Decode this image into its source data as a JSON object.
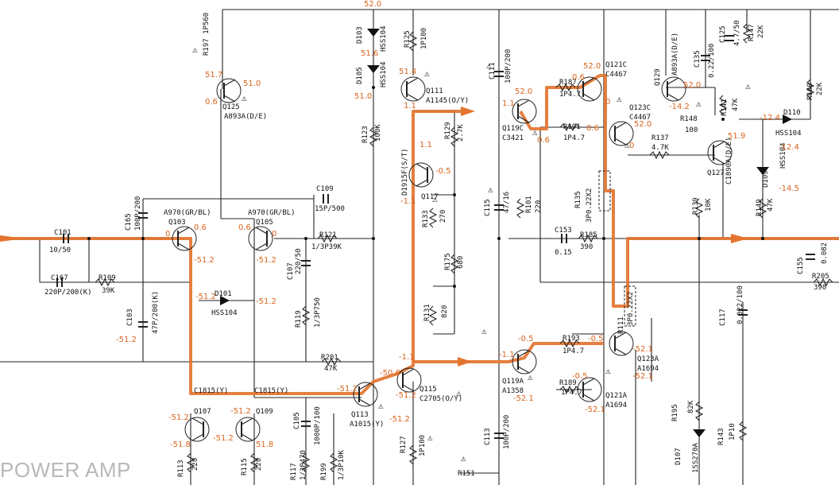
{
  "title": "POWER AMP",
  "colors": {
    "signal_path": "#e3742f",
    "voltage_text": "#d9641e",
    "line": "#222222"
  },
  "components": [
    {
      "id": "Q125",
      "lines": [
        "R197",
        "1P560"
      ]
    },
    {
      "id": "Q125t",
      "lines": [
        "Q125",
        "A893A(D/E)"
      ]
    },
    {
      "id": "D103",
      "lines": [
        "D103",
        "HSS104"
      ]
    },
    {
      "id": "D105",
      "lines": [
        "D105",
        "HSS104"
      ]
    },
    {
      "id": "R125",
      "lines": [
        "R125",
        "1P100"
      ]
    },
    {
      "id": "Q111",
      "lines": [
        "Q111",
        "A1145(O/Y)"
      ]
    },
    {
      "id": "C111",
      "lines": [
        "C111",
        "100P/200"
      ]
    },
    {
      "id": "Q119C",
      "lines": [
        "Q119C",
        "C3421"
      ]
    },
    {
      "id": "R187",
      "lines": [
        "R187",
        "1P4.7"
      ]
    },
    {
      "id": "R191",
      "lines": [
        "R191",
        "1P4.7"
      ]
    },
    {
      "id": "Q121C",
      "lines": [
        "Q121C",
        "C4467"
      ]
    },
    {
      "id": "Q123C",
      "lines": [
        "Q123C",
        "C4467"
      ]
    },
    {
      "id": "Q129",
      "lines": [
        "Q129",
        "A893A(D/E)"
      ]
    },
    {
      "id": "C135",
      "lines": [
        "C135",
        "0.22/100"
      ]
    },
    {
      "id": "C125",
      "lines": [
        "C125",
        "4.7/50"
      ]
    },
    {
      "id": "R147",
      "lines": [
        "R147",
        "22K"
      ]
    },
    {
      "id": "R148",
      "lines": [
        "R148",
        "100"
      ]
    },
    {
      "id": "R141",
      "lines": [
        "R141",
        "47K"
      ]
    },
    {
      "id": "D110",
      "lines": [
        "D110",
        "HSS104"
      ]
    },
    {
      "id": "R160",
      "lines": [
        "R160",
        "22K"
      ]
    },
    {
      "id": "R137",
      "lines": [
        "R137",
        "4.7K"
      ]
    },
    {
      "id": "Q127",
      "lines": [
        "Q127",
        "C1890A(D/E)"
      ]
    },
    {
      "id": "D109",
      "lines": [
        "D109",
        "HSS104"
      ]
    },
    {
      "id": "R123",
      "lines": [
        "R123",
        "100K"
      ]
    },
    {
      "id": "R129",
      "lines": [
        "R129",
        "2.7K"
      ]
    },
    {
      "id": "Q117",
      "lines": [
        "Q117",
        "D1915F(S/T)"
      ]
    },
    {
      "id": "C115",
      "lines": [
        "C115",
        "47/16"
      ]
    },
    {
      "id": "R101",
      "lines": [
        "R101",
        "220"
      ]
    },
    {
      "id": "R135",
      "lines": [
        "R135",
        "3P0.22X2"
      ]
    },
    {
      "id": "R139",
      "lines": [
        "R139",
        "10K"
      ]
    },
    {
      "id": "R149",
      "lines": [
        "R149",
        "47K"
      ]
    },
    {
      "id": "C101",
      "lines": [
        "C101",
        "10/50"
      ]
    },
    {
      "id": "C165",
      "lines": [
        "C165",
        "100P/200"
      ]
    },
    {
      "id": "Q103",
      "lines": [
        "A970(GR/BL)",
        "Q103"
      ]
    },
    {
      "id": "Q105",
      "lines": [
        "A970(GR/BL)",
        "Q105"
      ]
    },
    {
      "id": "C109",
      "lines": [
        "C109",
        "15P/500"
      ]
    },
    {
      "id": "R121",
      "lines": [
        "R121",
        "1/3P39K"
      ]
    },
    {
      "id": "R133",
      "lines": [
        "R133",
        "270"
      ]
    },
    {
      "id": "C153",
      "lines": [
        "C153",
        "0.15"
      ]
    },
    {
      "id": "R185",
      "lines": [
        "R185",
        "390"
      ]
    },
    {
      "id": "C155",
      "lines": [
        "C155",
        "0.082"
      ]
    },
    {
      "id": "R205",
      "lines": [
        "R205",
        "390"
      ]
    },
    {
      "id": "C167",
      "lines": [
        "C167",
        "220P/200(K)"
      ]
    },
    {
      "id": "R109",
      "lines": [
        "R109",
        "39K"
      ]
    },
    {
      "id": "C107",
      "lines": [
        "C107",
        "220/50"
      ]
    },
    {
      "id": "R175",
      "lines": [
        "R175",
        "680"
      ]
    },
    {
      "id": "D101",
      "lines": [
        "D101",
        "HSS104"
      ]
    },
    {
      "id": "C103",
      "lines": [
        "C103",
        "47P/200(K)"
      ]
    },
    {
      "id": "R119",
      "lines": [
        "R119",
        "1/3P750"
      ]
    },
    {
      "id": "R131",
      "lines": [
        "R131",
        "820"
      ]
    },
    {
      "id": "R111",
      "lines": [
        "R111",
        "3P0.22X2"
      ]
    },
    {
      "id": "C117",
      "lines": [
        "C117",
        "0.022/100"
      ]
    },
    {
      "id": "R201",
      "lines": [
        "R201",
        "47K"
      ]
    },
    {
      "id": "R193",
      "lines": [
        "R193",
        "1P4.7"
      ]
    },
    {
      "id": "Q119A",
      "lines": [
        "Q119A",
        "A1358"
      ]
    },
    {
      "id": "Q123A",
      "lines": [
        "Q123A",
        "A1694"
      ]
    },
    {
      "id": "R189",
      "lines": [
        "R189",
        "1P4.7"
      ]
    },
    {
      "id": "Q121A",
      "lines": [
        "Q121A",
        "A1694"
      ]
    },
    {
      "id": "Q115",
      "lines": [
        "Q115",
        "C2705(O/Y)"
      ]
    },
    {
      "id": "Q113",
      "lines": [
        "Q113",
        "A1015(Y)"
      ]
    },
    {
      "id": "C1815a",
      "lines": [
        "C1815(Y)"
      ]
    },
    {
      "id": "C1815b",
      "lines": [
        "C1815(Y)"
      ]
    },
    {
      "id": "Q107",
      "lines": [
        "Q107"
      ]
    },
    {
      "id": "Q109",
      "lines": [
        "Q109"
      ]
    },
    {
      "id": "C105",
      "lines": [
        "C105",
        "1000P/100"
      ]
    },
    {
      "id": "R195",
      "lines": [
        "R195",
        "82K"
      ]
    },
    {
      "id": "R143",
      "lines": [
        "R143",
        "1P10"
      ]
    },
    {
      "id": "D107",
      "lines": [
        "D107",
        "1SS270A"
      ]
    },
    {
      "id": "R127",
      "lines": [
        "R127",
        "1P100"
      ]
    },
    {
      "id": "C113",
      "lines": [
        "C113",
        "100P/200"
      ]
    },
    {
      "id": "R113",
      "lines": [
        "R113",
        "220"
      ]
    },
    {
      "id": "R115",
      "lines": [
        "R115",
        "220"
      ]
    },
    {
      "id": "R117",
      "lines": [
        "R117",
        "1/3P470"
      ]
    },
    {
      "id": "R199",
      "lines": [
        "R199",
        "1/3P10K"
      ]
    },
    {
      "id": "R151",
      "lines": [
        "R151"
      ]
    }
  ],
  "voltages": [
    "52.0",
    "51.7",
    "51.0",
    "0.6",
    "51.6",
    "51.0",
    "51.4",
    "1.1",
    "52.0",
    "1.1",
    "52.0",
    "0.6",
    "0",
    "0.6",
    "52.0",
    "0.6",
    "0",
    "52.0",
    "-14.2",
    "-12.4",
    "-12.4",
    "-14.5",
    "51.9",
    "1.1",
    "-0.5",
    "-1.1",
    "0",
    "0.6",
    "0.6",
    "0",
    "-51.2",
    "-51.2",
    "-51.2",
    "-51.2",
    "-1.1",
    "-0.5",
    "-1.1",
    "-0.5",
    "-0.5",
    "-52.1",
    "-52.1",
    "-52.1",
    "-52.1",
    "-50.6",
    "-51.2",
    "-51.2",
    "-51.2",
    "-51.2",
    "-51.8",
    "-51.2",
    "51.8",
    "-51.2",
    "-51.2"
  ],
  "markers": [
    "⚠",
    "⚠",
    "⚠",
    "⚠",
    "⚠",
    "⚠",
    "⚠",
    "⚠",
    "⚠",
    "⚠",
    "⚠",
    "⚠",
    "⚠",
    "⚠",
    "⚠",
    "⚠",
    "⚠",
    "⚠"
  ]
}
